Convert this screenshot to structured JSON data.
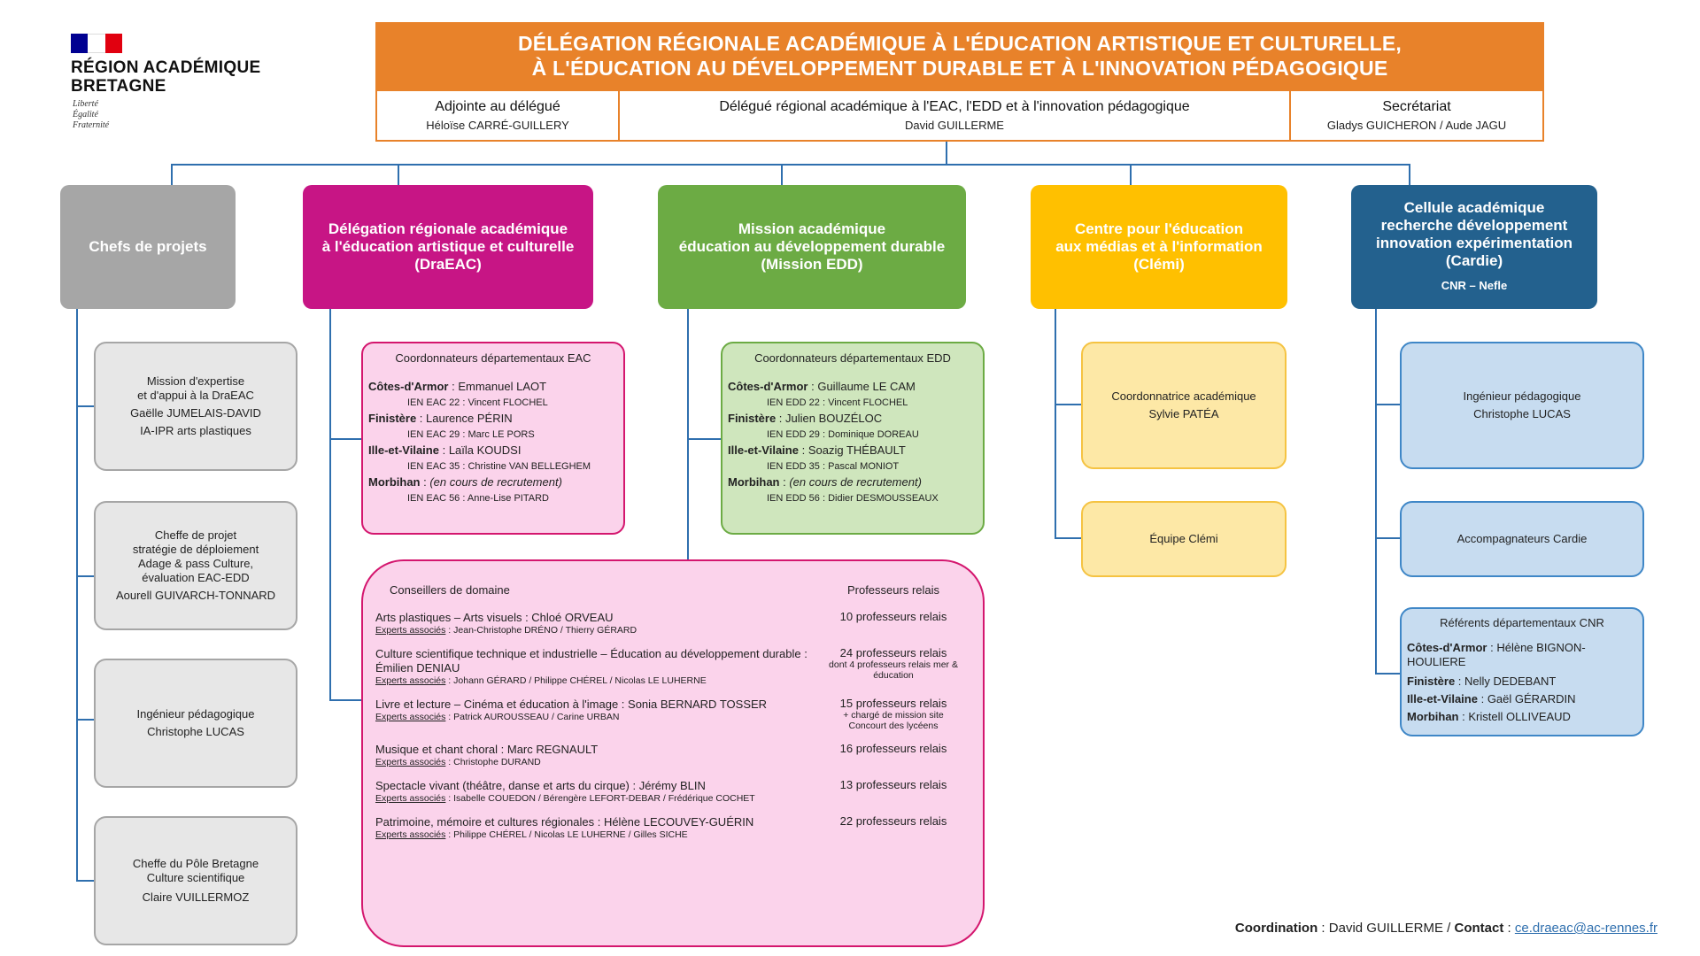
{
  "logo": {
    "region_line1": "RÉGION ACADÉMIQUE",
    "region_line2": "BRETAGNE",
    "devise": [
      "Liberté",
      "Égalité",
      "Fraternité"
    ]
  },
  "header": {
    "title_line1": "DÉLÉGATION RÉGIONALE ACADÉMIQUE À L'ÉDUCATION ARTISTIQUE ET CULTURELLE,",
    "title_line2": "À L'ÉDUCATION AU DÉVELOPPEMENT DURABLE ET À L'INNOVATION PÉDAGOGIQUE",
    "adjointe_label": "Adjointe au délégué",
    "adjointe_name": "Héloïse CARRÉ-GUILLERY",
    "delegue_label": "Délégué régional académique à l'EAC, l'EDD et à l'innovation pédagogique",
    "delegue_name": "David GUILLERME",
    "secretariat_label": "Secrétariat",
    "secretariat_names": "Gladys GUICHERON / Aude JAGU"
  },
  "columns": {
    "chefs": {
      "title": "Chefs de projets",
      "color": "#a6a6a6",
      "items": [
        {
          "lines": [
            "Mission d'expertise",
            "et d'appui à la DraEAC",
            "Gaëlle JUMELAIS-DAVID",
            "IA-IPR arts plastiques"
          ]
        },
        {
          "lines": [
            "Cheffe de projet",
            "stratégie de déploiement",
            "Adage & pass Culture,",
            "évaluation EAC-EDD",
            "Aourell GUIVARCH-TONNARD"
          ]
        },
        {
          "lines": [
            "Ingénieur pédagogique",
            "Christophe LUCAS"
          ]
        },
        {
          "lines": [
            "Cheffe du Pôle Bretagne",
            "Culture scientifique",
            "Claire VUILLERMOZ"
          ]
        }
      ]
    },
    "draeac": {
      "title_lines": [
        "Délégation régionale académique",
        "à l'éducation artistique et culturelle",
        "(DraEAC)"
      ],
      "color": "#c71585",
      "coord_title": "Coordonnateurs départementaux EAC",
      "coord": [
        {
          "dept": "Côtes-d'Armor",
          "name": "Emmanuel LAOT",
          "ien": "IEN EAC 22 : Vincent FLOCHEL"
        },
        {
          "dept": "Finistère",
          "name": "Laurence PÉRIN",
          "ien": "IEN EAC 29 : Marc LE PORS"
        },
        {
          "dept": "Ille-et-Vilaine",
          "name": "Laïla KOUDSI",
          "ien": "IEN EAC 35 : Christine VAN BELLEGHEM"
        },
        {
          "dept": "Morbihan",
          "name": "(en cours de recrutement)",
          "ien": "IEN EAC 56 : Anne-Lise PITARD"
        }
      ]
    },
    "edd": {
      "title_lines": [
        "Mission académique",
        "éducation au développement durable",
        "(Mission EDD)"
      ],
      "color": "#6cab44",
      "coord_title": "Coordonnateurs départementaux EDD",
      "coord": [
        {
          "dept": "Côtes-d'Armor",
          "name": "Guillaume LE CAM",
          "ien": "IEN EDD 22 : Vincent FLOCHEL"
        },
        {
          "dept": "Finistère",
          "name": "Julien BOUZÉLOC",
          "ien": "IEN EDD 29 : Dominique DOREAU"
        },
        {
          "dept": "Ille-et-Vilaine",
          "name": "Soazig THÉBAULT",
          "ien": "IEN EDD 35 : Pascal MONIOT"
        },
        {
          "dept": "Morbihan",
          "name": "(en cours de recrutement)",
          "ien": "IEN EDD 56 : Didier DESMOUSSEAUX"
        }
      ]
    },
    "clemi": {
      "title_lines": [
        "Centre pour l'éducation",
        "aux médias et à l'information",
        "(Clémi)"
      ],
      "color": "#ffc000",
      "coord_lines": [
        "Coordonnatrice académique",
        "Sylvie PATÉA"
      ],
      "equipe": "Équipe Clémi"
    },
    "cardie": {
      "title_lines": [
        "Cellule académique",
        "recherche développement",
        "innovation expérimentation",
        "(Cardie)"
      ],
      "subtitle": "CNR – Nefle",
      "color": "#23618e",
      "ing_lines": [
        "Ingénieur pédagogique",
        "Christophe LUCAS"
      ],
      "accomp": "Accompagnateurs Cardie",
      "ref_title": "Référents départementaux CNR",
      "refs": [
        {
          "dept": "Côtes-d'Armor",
          "name": "Hélène BIGNON-HOULIERE"
        },
        {
          "dept": "Finistère",
          "name": "Nelly DEDEBANT"
        },
        {
          "dept": "Ille-et-Vilaine",
          "name": "Gaël GÉRARDIN"
        },
        {
          "dept": "Morbihan",
          "name": "Kristell OLLIVEAUD"
        }
      ]
    }
  },
  "domaines": {
    "left_title": "Conseillers de domaine",
    "right_title": "Professeurs relais",
    "experts_label": "Experts associés",
    "rows": [
      {
        "title": "Arts plastiques – Arts visuels : Chloé ORVEAU",
        "experts": "Jean-Christophe DRÉNO / Thierry GÉRARD",
        "relais": "10 professeurs relais",
        "relais_note": ""
      },
      {
        "title": "Culture scientifique technique et industrielle – Éducation au développement durable : Émilien DENIAU",
        "experts": "Johann GÉRARD / Philippe CHÉREL / Nicolas LE LUHERNE",
        "relais": "24 professeurs relais",
        "relais_note": "dont 4 professeurs relais mer & éducation"
      },
      {
        "title": "Livre et lecture – Cinéma et éducation à l'image : Sonia BERNARD TOSSER",
        "experts": "Patrick AUROUSSEAU / Carine URBAN",
        "relais": "15 professeurs relais",
        "relais_note": "+ chargé de mission site Concourt des lycéens"
      },
      {
        "title": "Musique et chant choral : Marc REGNAULT",
        "experts": "Christophe DURAND",
        "relais": "16 professeurs relais",
        "relais_note": ""
      },
      {
        "title": "Spectacle vivant (théâtre, danse et arts du cirque) : Jérémy BLIN",
        "experts": "Isabelle COUEDON / Bérengère LEFORT-DEBAR / Frédérique COCHET",
        "relais": "13 professeurs relais",
        "relais_note": ""
      },
      {
        "title": "Patrimoine, mémoire et cultures régionales : Hélène LECOUVEY-GUÉRIN",
        "experts": "Philippe CHÉREL / Nicolas LE LUHERNE / Gilles SICHE",
        "relais": "22 professeurs relais",
        "relais_note": ""
      }
    ]
  },
  "footer": {
    "coord_label": "Coordination",
    "coord_name": "David GUILLERME",
    "contact_label": "Contact",
    "contact_email": "ce.draeac@ac-rennes.fr"
  }
}
